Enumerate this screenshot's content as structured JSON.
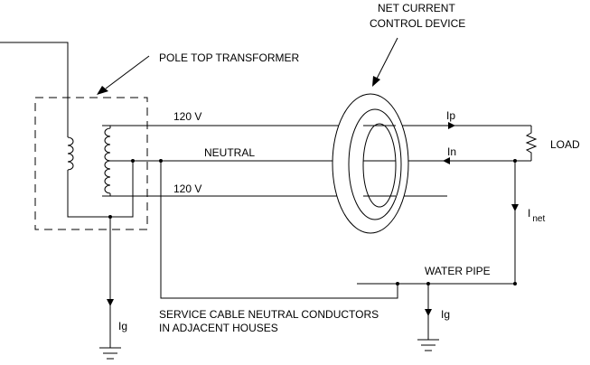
{
  "labels": {
    "net_current_line1": "NET CURRENT",
    "net_current_line2": "CONTROL DEVICE",
    "pole_top_transformer": "POLE TOP TRANSFORMER",
    "v120_top": "120 V",
    "neutral": "NEUTRAL",
    "v120_bottom": "120 V",
    "ip": "Ip",
    "in": "In",
    "load": "LOAD",
    "inet_main": "I",
    "inet_sub": "net",
    "water_pipe": "WATER PIPE",
    "ig_left": "Ig",
    "ig_right": "Ig",
    "service_line1": "SERVICE CABLE NEUTRAL CONDUCTORS",
    "service_line2": "IN ADJACENT HOUSES"
  }
}
